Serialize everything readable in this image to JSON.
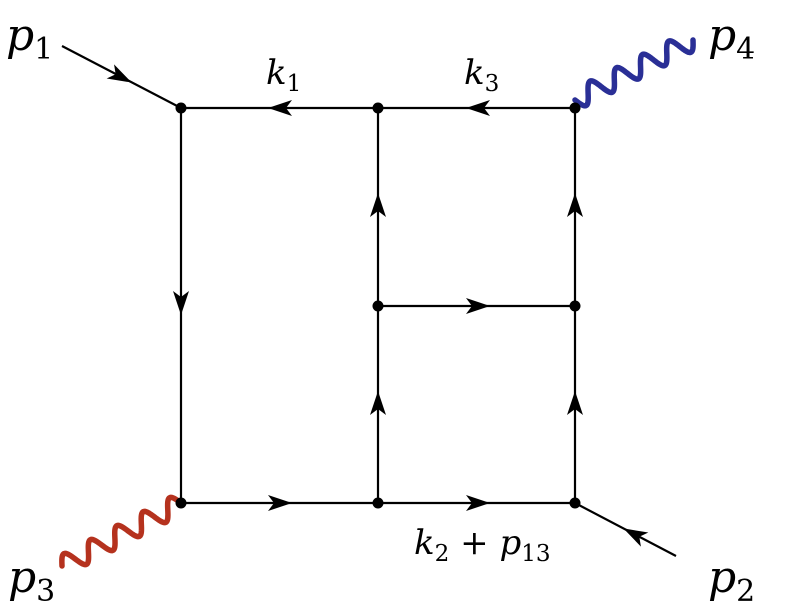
{
  "labels": {
    "p1": {
      "base": "p",
      "sub": "1"
    },
    "p2": {
      "base": "p",
      "sub": "2"
    },
    "p3": {
      "base": "p",
      "sub": "3"
    },
    "p4": {
      "base": "p",
      "sub": "4"
    },
    "k1": {
      "base": "k",
      "sub": "1"
    },
    "k3": {
      "base": "k",
      "sub": "3"
    },
    "k2p13": {
      "base": "k",
      "sub": "2",
      "op": "+",
      "base2": "p",
      "sub2": "13"
    }
  },
  "colors": {
    "line": "#000000",
    "photon_p3": "#b5321e",
    "photon_p4": "#2a2f96"
  },
  "icons": {
    "vertex": "filled-dot",
    "arrow": "filled-arrowhead",
    "photon": "wavy-line"
  }
}
